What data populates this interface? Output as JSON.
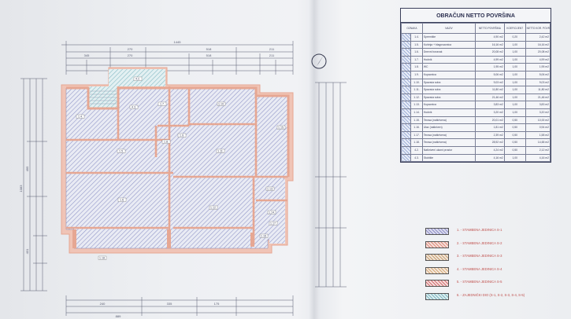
{
  "table": {
    "title": "OBRAČUN NETTO POVRŠINA",
    "headers": [
      "OZNAKA",
      "NAZIV",
      "NETTO POVRŠINA",
      "KOEFICIJENT",
      "NETTO KOR. POVRŠINA"
    ],
    "rows": [
      [
        "1.4.",
        "Spremište",
        "4,90 m2",
        "0,20",
        "2,42 m2"
      ],
      [
        "1.5.",
        "Kuhinja + blagovaonica",
        "16,16 m2",
        "1,00",
        "16,16 m2"
      ],
      [
        "1.6.",
        "Dnevni boravak",
        "20,08 m2",
        "1,00",
        "20,08 m2"
      ],
      [
        "1.7.",
        "Hodnik",
        "4,99 m2",
        "1,00",
        "4,99 m2"
      ],
      [
        "1.8.",
        "WC",
        "1,95 m2",
        "1,00",
        "1,95 m2"
      ],
      [
        "1.9.",
        "Kupaonica",
        "5,06 m2",
        "1,00",
        "5,06 m2"
      ],
      [
        "1.10.",
        "Spavaća soba",
        "9,03 m2",
        "1,00",
        "9,03 m2"
      ],
      [
        "1.11.",
        "Spavaća soba",
        "11,80 m2",
        "1,00",
        "11,80 m2"
      ],
      [
        "1.12.",
        "Spavaća soba",
        "21,46 m2",
        "1,00",
        "21,46 m2"
      ],
      [
        "1.13.",
        "Kupaonica",
        "3,83 m2",
        "1,00",
        "3,83 m2"
      ],
      [
        "1.14.",
        "Hodnik",
        "3,20 m2",
        "1,00",
        "3,20 m2"
      ],
      [
        "1.15.",
        "Terasa (natkrivena)",
        "20,01 m2",
        "0,50",
        "10,00 m2"
      ],
      [
        "1.16.",
        "Ulaz (natkriven)",
        "1,81 m2",
        "0,50",
        "0,94 m2"
      ],
      [
        "1.17.",
        "Terasa (natkrivena)",
        "2,39 m2",
        "0,50",
        "1,58 m2"
      ],
      [
        "1.18.",
        "Terasa (natkrivena)",
        "28,92 m2",
        "0,50",
        "14,65 m2"
      ],
      [
        "4.2.",
        "Natkriveni ulazni prostor",
        "4,24 m2",
        "0,50",
        "2,12 m2"
      ],
      [
        "4.3.",
        "Stubište",
        "4,16 m2",
        "1,00",
        "4,16 m2"
      ]
    ]
  },
  "legend": [
    {
      "label": "1. - STAMBENA JEDINICA S-1",
      "color": "#8f8fc6"
    },
    {
      "label": "2. - STAMBENA JEDINICA S-2",
      "color": "#e08a7a"
    },
    {
      "label": "3. - STAMBENA JEDINICA S-3",
      "color": "#c79f73"
    },
    {
      "label": "4. - STAMBENA JEDINICA S-4",
      "color": "#d6a878"
    },
    {
      "label": "5. - STAMBENA JEDINICA S-5",
      "color": "#d26f6f"
    },
    {
      "label": "6. - ZAJEDNIČKI DIO (S-1, S-2, S-3, S-4, S-5)",
      "color": "#7fb7c1"
    }
  ],
  "plan": {
    "rooms": [
      "1.4.",
      "1.5.",
      "1.6.",
      "1.7.",
      "1.8.",
      "1.9.",
      "1.10.",
      "1.11.",
      "1.12.",
      "1.13.",
      "1.14.",
      "1.15.",
      "1.16.",
      "1.17.",
      "1.18.",
      "4.2.",
      "4.3."
    ],
    "top_dims": {
      "overall": "1445",
      "row2": [
        "270",
        "518",
        "211"
      ],
      "row3": [
        "345",
        "270",
        "518",
        "211"
      ]
    },
    "bottom_dims": {
      "row1": [
        "240",
        "335",
        "175"
      ],
      "overall": "889"
    },
    "left_dims": {
      "overall": "1083",
      "parts": [
        "495",
        "431"
      ]
    }
  },
  "colors": {
    "unit": "#8f8fc6",
    "common": "#7fb7c1",
    "wall": "#e6a793"
  }
}
